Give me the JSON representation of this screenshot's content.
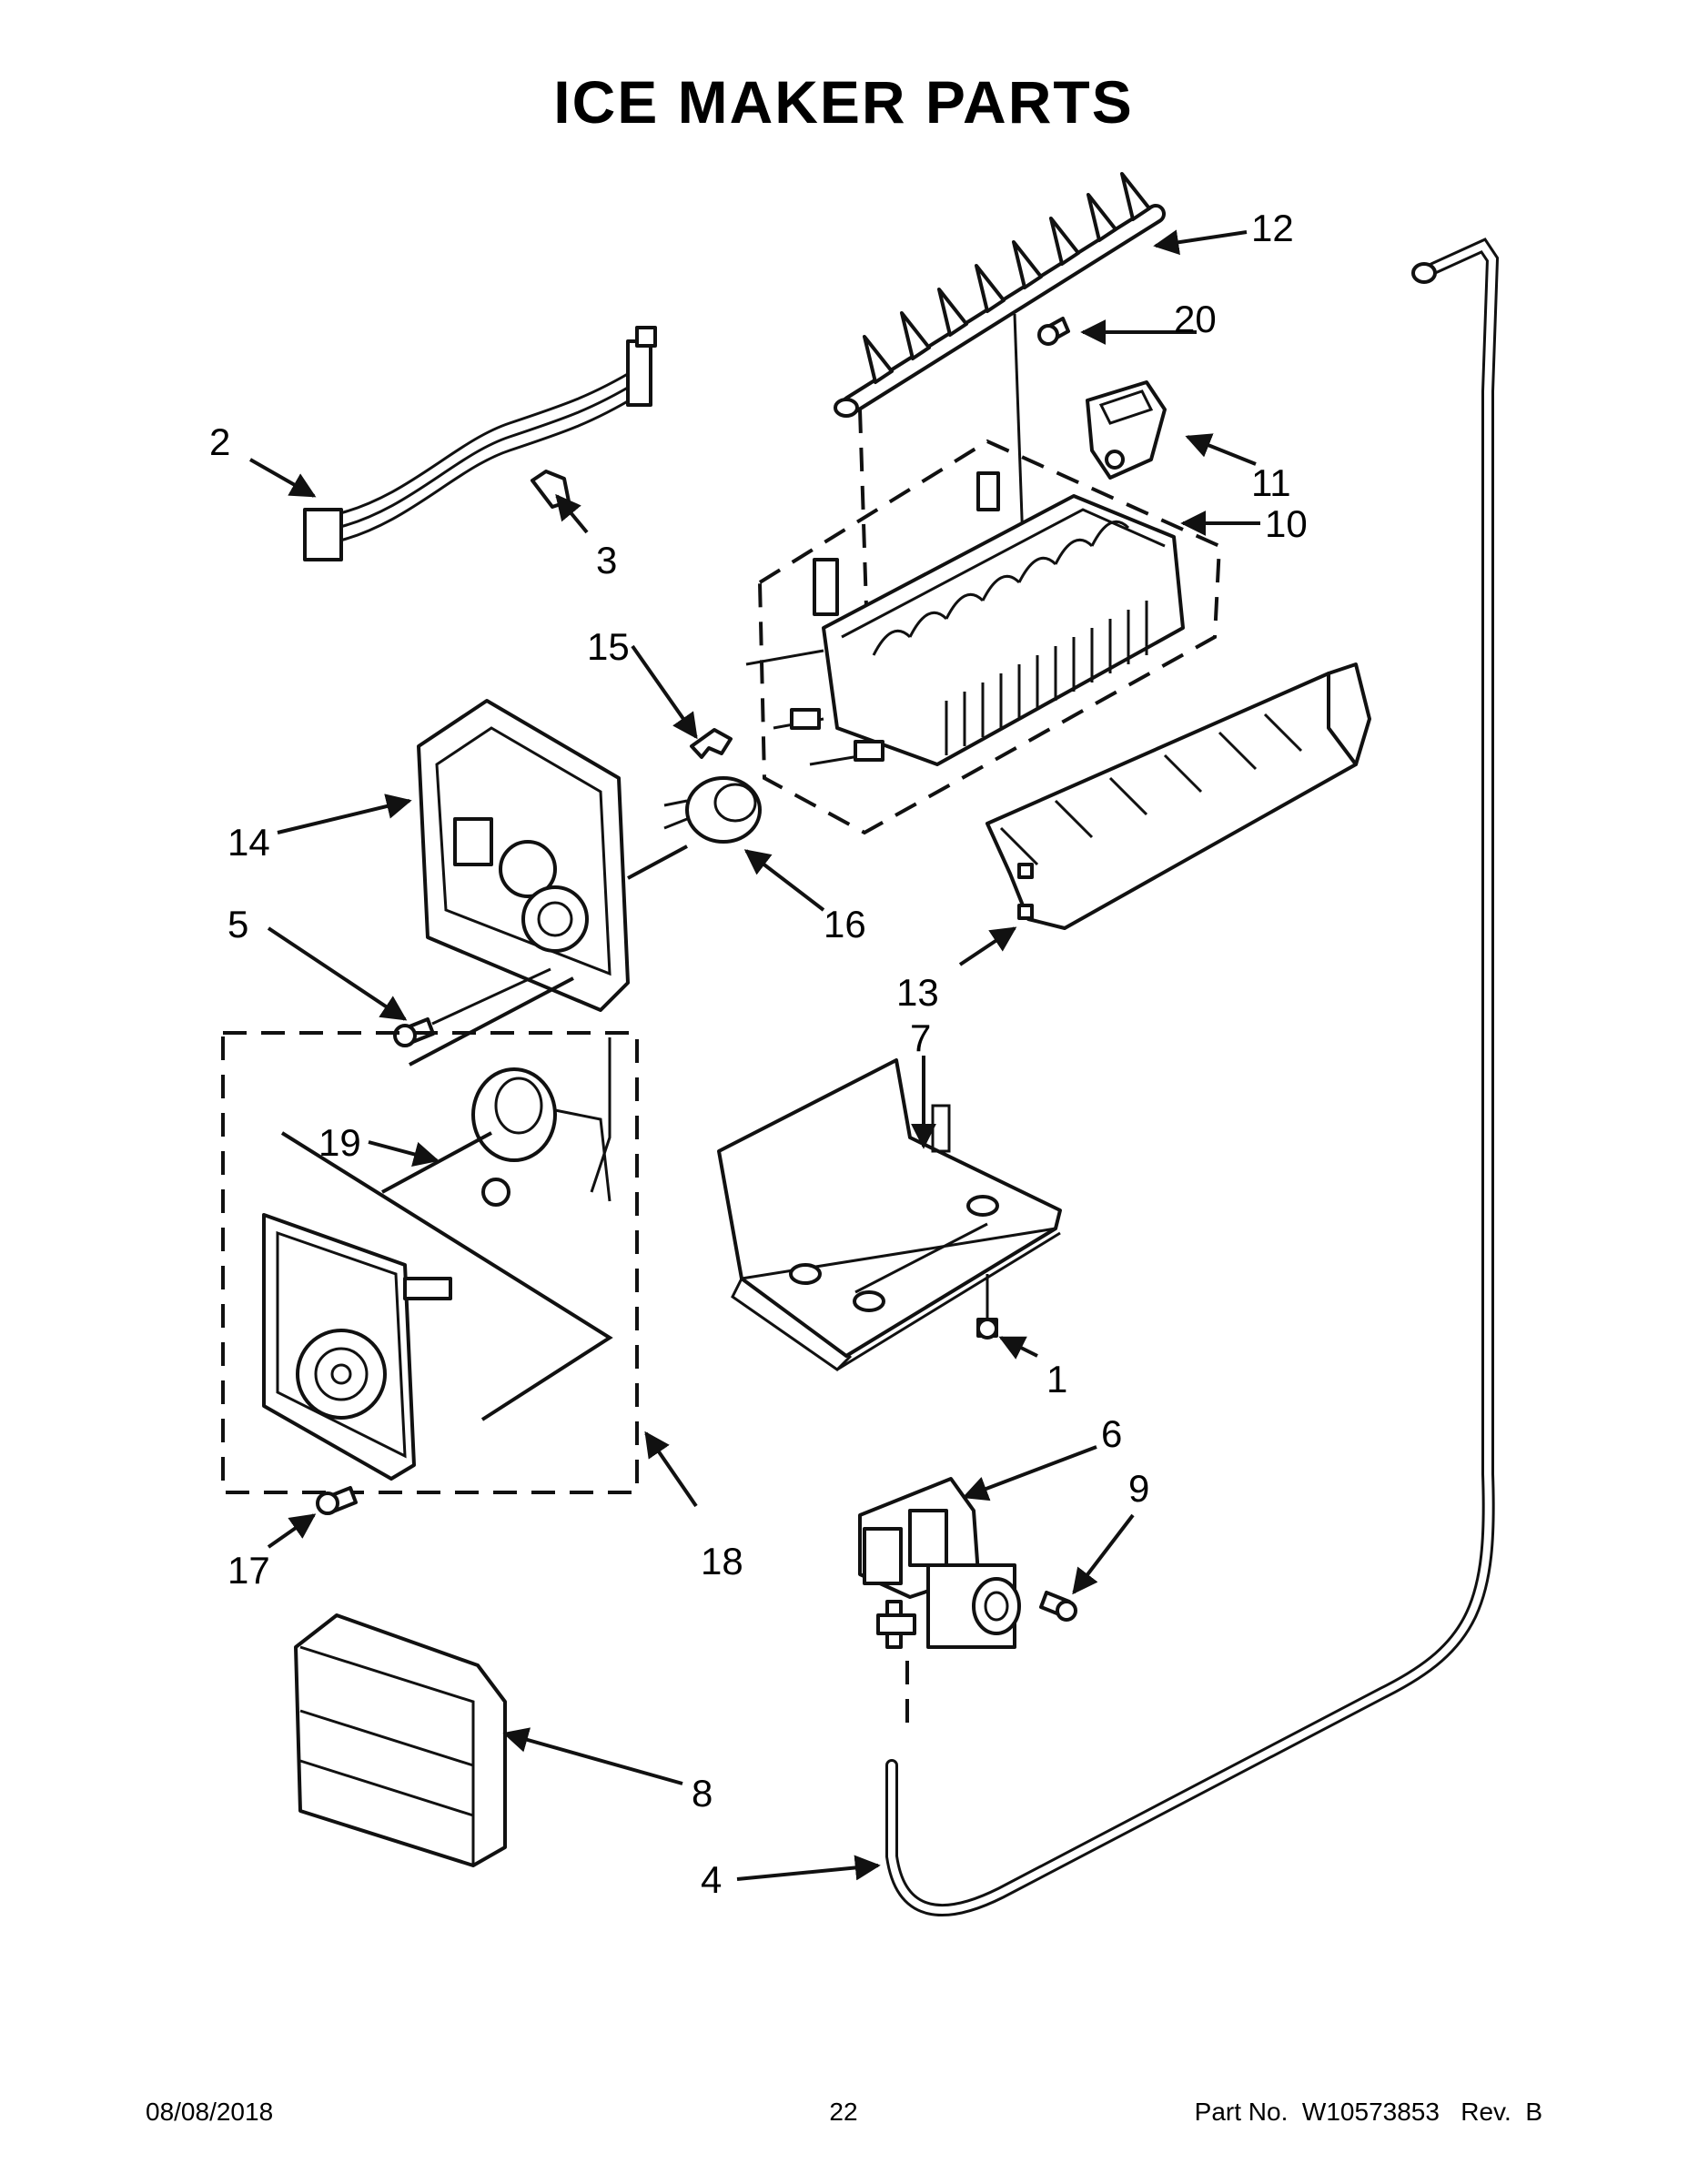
{
  "title": "ICE MAKER PARTS",
  "callouts": {
    "c1": "1",
    "c2": "2",
    "c3": "3",
    "c4": "4",
    "c5": "5",
    "c6": "6",
    "c7": "7",
    "c8": "8",
    "c9": "9",
    "c10": "10",
    "c11": "11",
    "c12": "12",
    "c13": "13",
    "c14": "14",
    "c15": "15",
    "c16": "16",
    "c17": "17",
    "c18": "18",
    "c19": "19",
    "c20": "20"
  },
  "footer": {
    "date": "08/08/2018",
    "page": "22",
    "part_number": "Part No.  W10573853   Rev.  B"
  }
}
